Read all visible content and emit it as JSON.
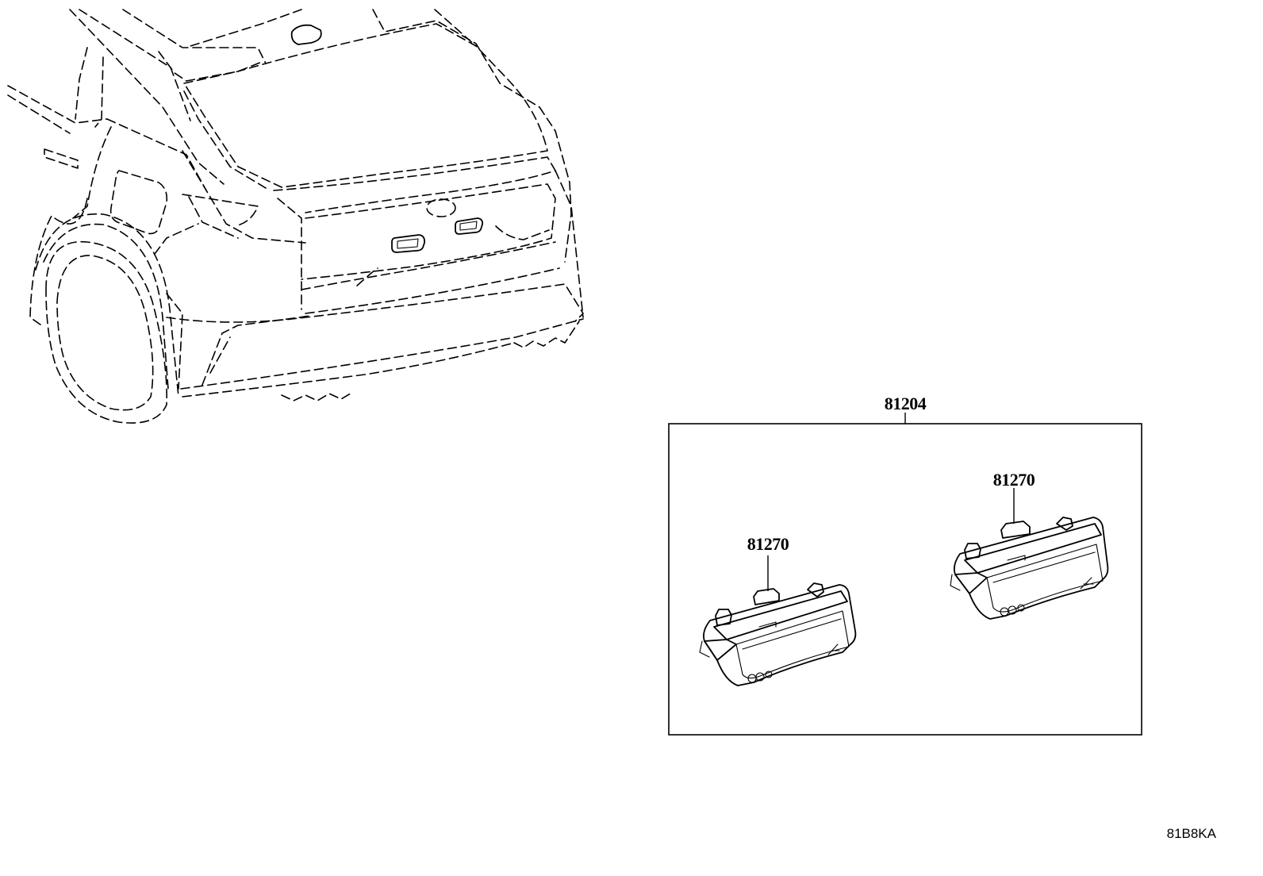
{
  "diagram": {
    "assembly": {
      "part_number": "81204"
    },
    "lamps": [
      {
        "part_number": "81270"
      },
      {
        "part_number": "81270"
      }
    ],
    "diagram_code": "81B8KA"
  }
}
